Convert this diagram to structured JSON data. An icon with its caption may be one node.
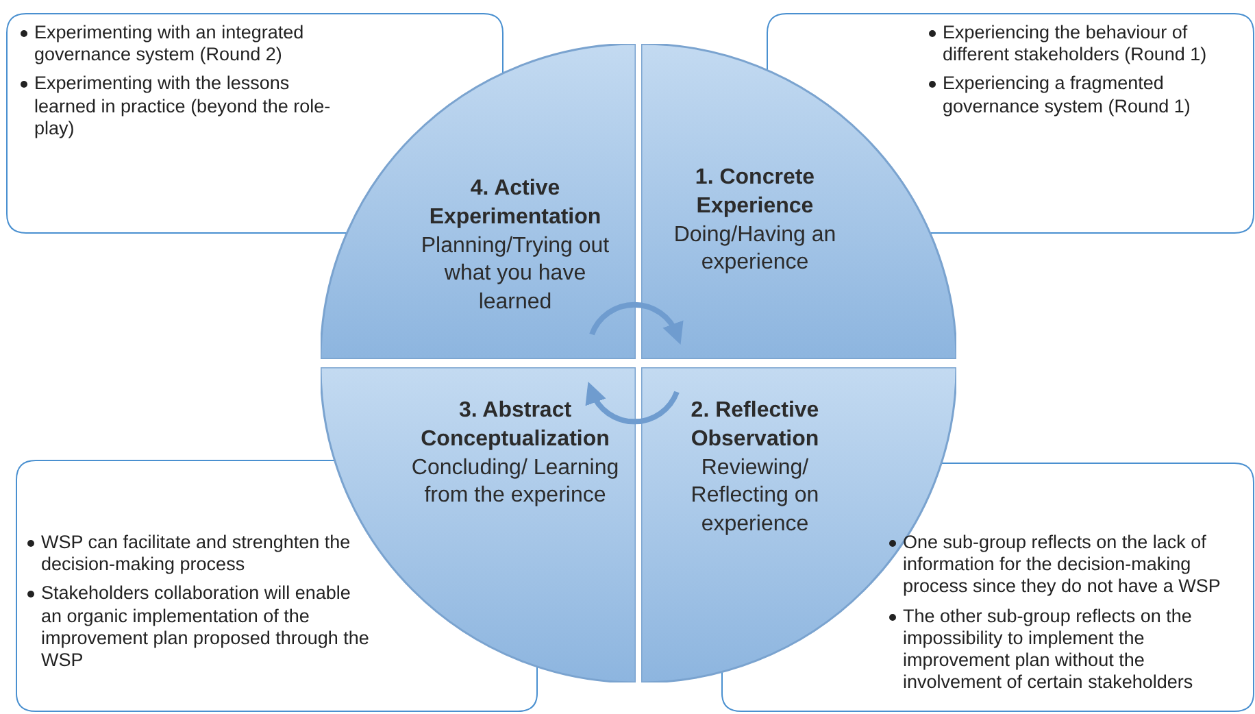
{
  "diagram": {
    "nodes": [
      {
        "text": [
          "Experimenting with an integrated governance system (Round 2)",
          "Experimenting with the lessons learned in practice (beyond the role-play)"
        ]
      },
      {
        "text": [
          "Experiencing the behaviour of different stakeholders (Round 1)",
          "Experiencing a fragmented governance system (Round 1)"
        ]
      },
      {
        "text": [
          "4. Active Experimentation",
          "Planning/Trying out what you have learned"
        ]
      },
      {
        "text": [
          "1. Concrete Experience",
          "Doing/Having an experience"
        ]
      },
      {
        "text": [
          "3. Abstract Conceptualization",
          "Concluding/ Learning from the experince"
        ]
      },
      {
        "text": [
          "2. Reflective Observation",
          "Reviewing/ Reflecting on experience"
        ]
      },
      {
        "text": [
          "WSP can facilitate and strenghten the decision-making process",
          "Stakeholders collaboration will enable an organic implementation of the improvement plan proposed through the WSP"
        ]
      },
      {
        "text": [
          "One sub-group reflects on the lack of information for the decision-making process since they do not have a WSP",
          "The other sub-group reflects on the impossibility to implement the improvement plan without the involvement of certain stakeholders"
        ]
      }
    ],
    "edges": [
      {
        "from": 2,
        "to": 3,
        "arrow": "to"
      },
      {
        "from": 5,
        "to": 4,
        "arrow": "to"
      }
    ]
  }
}
